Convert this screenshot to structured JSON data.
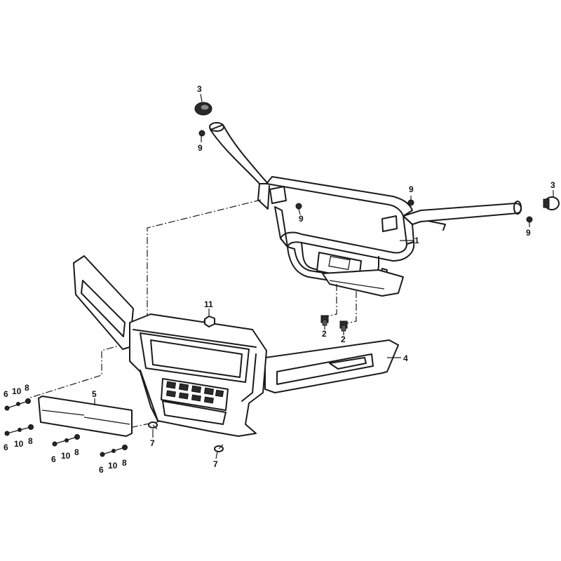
{
  "diagram": {
    "callouts": {
      "c1": "1",
      "c2a": "2",
      "c2b": "2",
      "c3a": "3",
      "c3b": "3",
      "c4": "4",
      "c5": "5",
      "c6a": "6",
      "c6b": "6",
      "c6c": "6",
      "c6d": "6",
      "c7a": "7",
      "c7b": "7",
      "c8a": "8",
      "c8b": "8",
      "c8c": "8",
      "c8d": "8",
      "c9a": "9",
      "c9b": "9",
      "c9c": "9",
      "c9d": "9",
      "c10a": "10",
      "c10b": "10",
      "c10c": "10",
      "c10d": "10",
      "c11": "11"
    }
  }
}
